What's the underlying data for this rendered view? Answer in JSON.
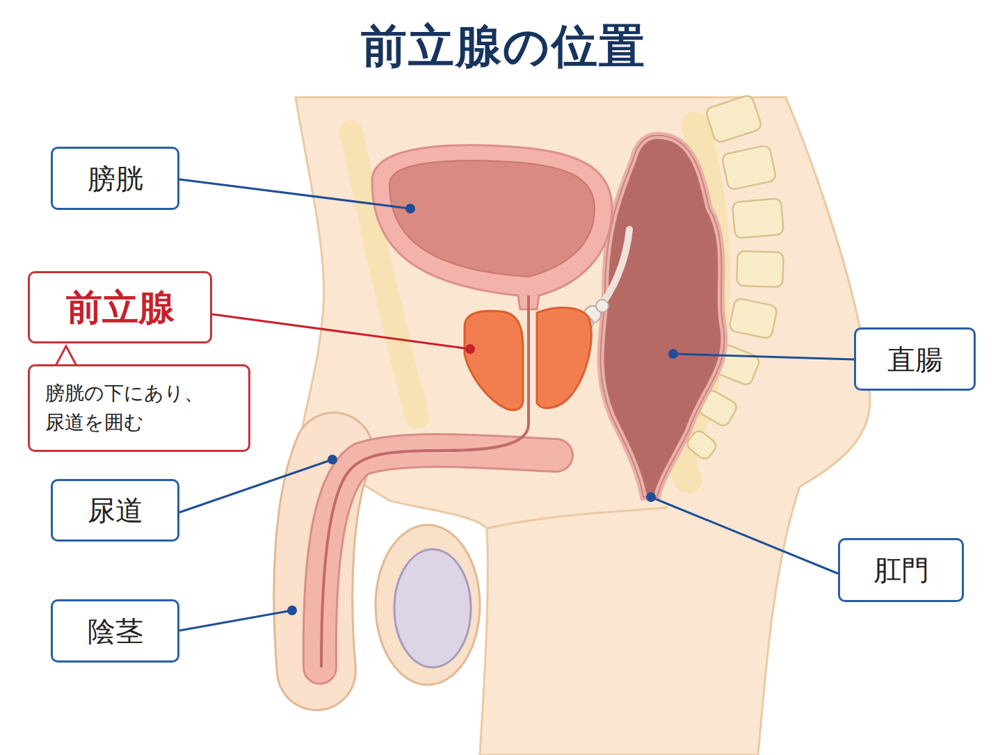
{
  "diagram": {
    "title": "前立腺の位置",
    "nodes": [
      {
        "text": [
          "膀胱"
        ]
      },
      {
        "text": [
          "前立腺"
        ]
      },
      {
        "text": [
          "膀胱の下にあり、 尿道を囲む"
        ]
      },
      {
        "text": [
          "尿道"
        ]
      },
      {
        "text": [
          "陰茎"
        ]
      },
      {
        "text": [
          "直腸"
        ]
      },
      {
        "text": [
          "肛門"
        ]
      }
    ]
  }
}
